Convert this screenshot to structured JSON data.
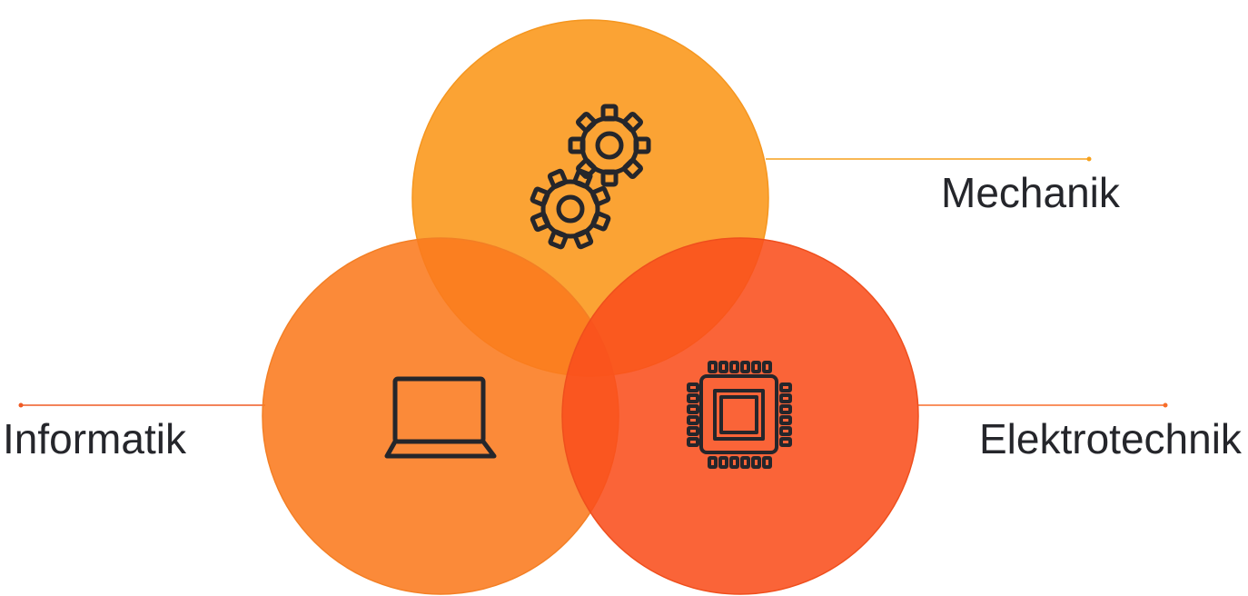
{
  "diagram": {
    "areas": [
      {
        "id": "mechanik",
        "label": "Mechanik",
        "icon": "gears-icon",
        "color": "#fb9b23",
        "line_color": "#f7a11b"
      },
      {
        "id": "informatik",
        "label": "Informatik",
        "icon": "laptop-icon",
        "color": "#fa8126",
        "line_color": "#ef5a24"
      },
      {
        "id": "elektrotechnik",
        "label": "Elektrotechnik",
        "icon": "microchip-icon",
        "color": "#f9541f",
        "line_color": "#f76d2a"
      }
    ],
    "icon_color": "#25262b",
    "background": "#ffffff"
  }
}
